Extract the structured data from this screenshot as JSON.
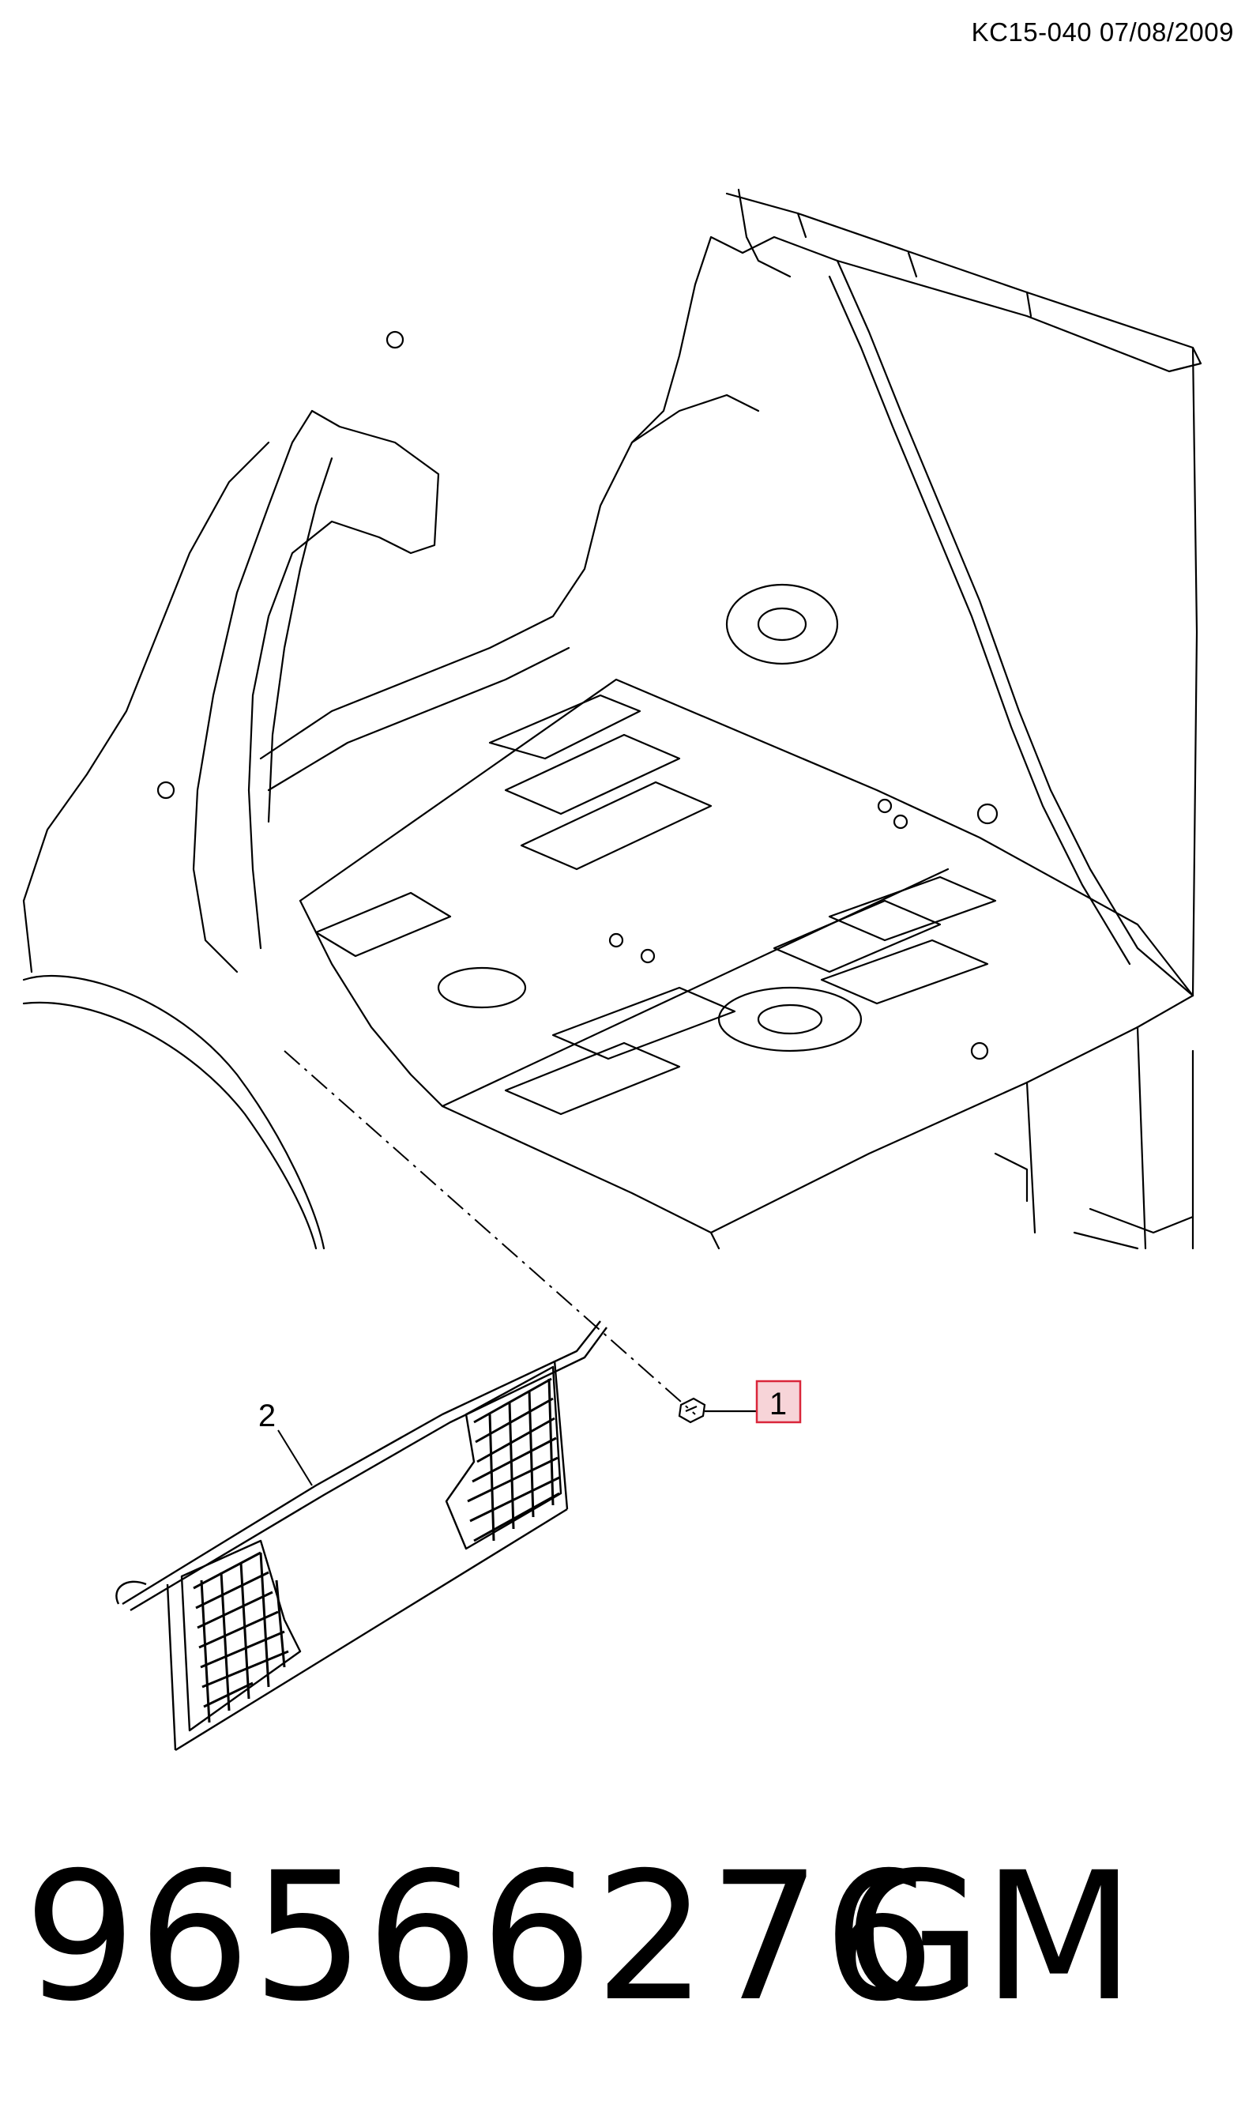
{
  "header": {
    "drawing_ref": "KC15-040 07/08/2009"
  },
  "callouts": [
    {
      "number": "1",
      "highlighted": true
    },
    {
      "number": "2",
      "highlighted": false
    }
  ],
  "footer": {
    "part_number": "96566276",
    "brand": "GM"
  },
  "colors": {
    "line": "#000000",
    "highlight_fill": "#f7d4d8",
    "highlight_stroke": "#d9263a",
    "background": "#ffffff"
  }
}
